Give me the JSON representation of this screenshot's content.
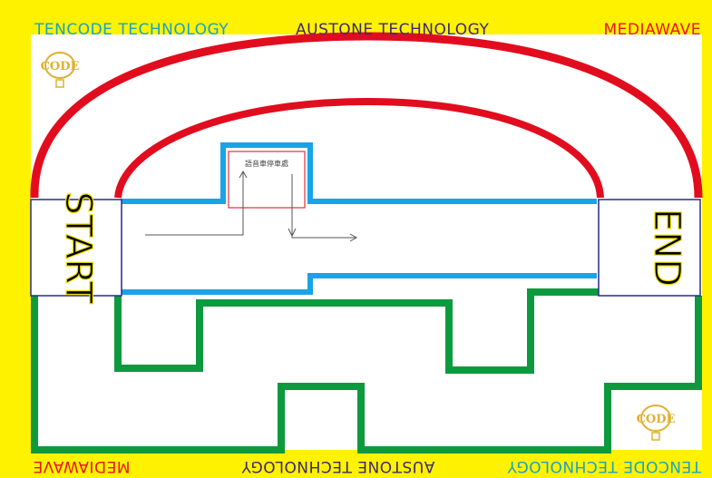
{
  "border": {
    "top_left": "TENCODE TECHNOLOGY",
    "top_center": "AUSTONE TECHNOLOGY",
    "top_right": "MEDIAWAVE",
    "bottom_left": "MEDIAWAVE",
    "bottom_center": "AUSTONE TECHNOLOGY",
    "bottom_right": "TENCODE TECHNOLOGY"
  },
  "zones": {
    "start_label": "START",
    "end_label": "END",
    "parking_label": "語音車停車處"
  },
  "logo": {
    "text": "CODE"
  },
  "colors": {
    "frame": "#fff200",
    "tencode_text": "#19a3c4",
    "austone_text": "#3d2a6e",
    "mediawave_text": "#e8141f",
    "outer_arc": "#e10d1e",
    "blue_track": "#1aa3e6",
    "green_track": "#0d9a3e",
    "zone_border": "#2a2a8c",
    "parking_border": "#e03040",
    "arrow": "#555555"
  }
}
